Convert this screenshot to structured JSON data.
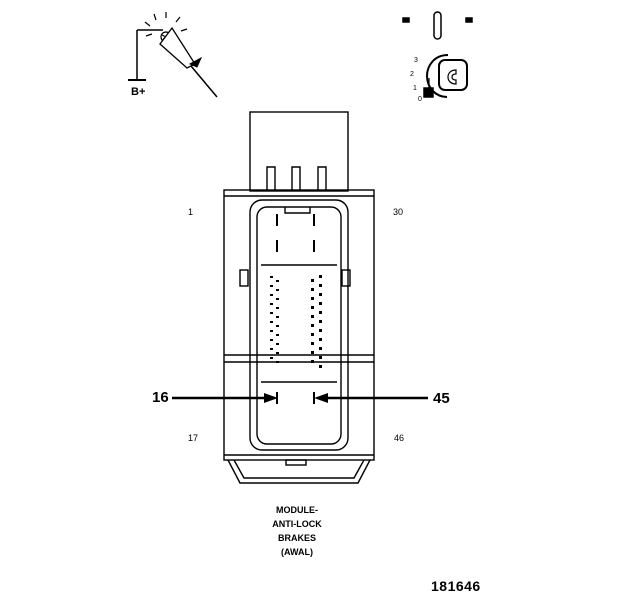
{
  "battery": {
    "label": "B+"
  },
  "ignition": {
    "positions": [
      "3",
      "2",
      "1",
      "0"
    ]
  },
  "connector": {
    "corner_labels": {
      "top_left": "1",
      "top_right": "30",
      "bottom_left": "17",
      "bottom_right": "46"
    },
    "callouts": {
      "left": "16",
      "right": "45"
    }
  },
  "caption": {
    "line1": "MODULE-",
    "line2": "ANTI-LOCK",
    "line3": "BRAKES",
    "line4": "(AWAL)"
  },
  "figure_id": "181646"
}
